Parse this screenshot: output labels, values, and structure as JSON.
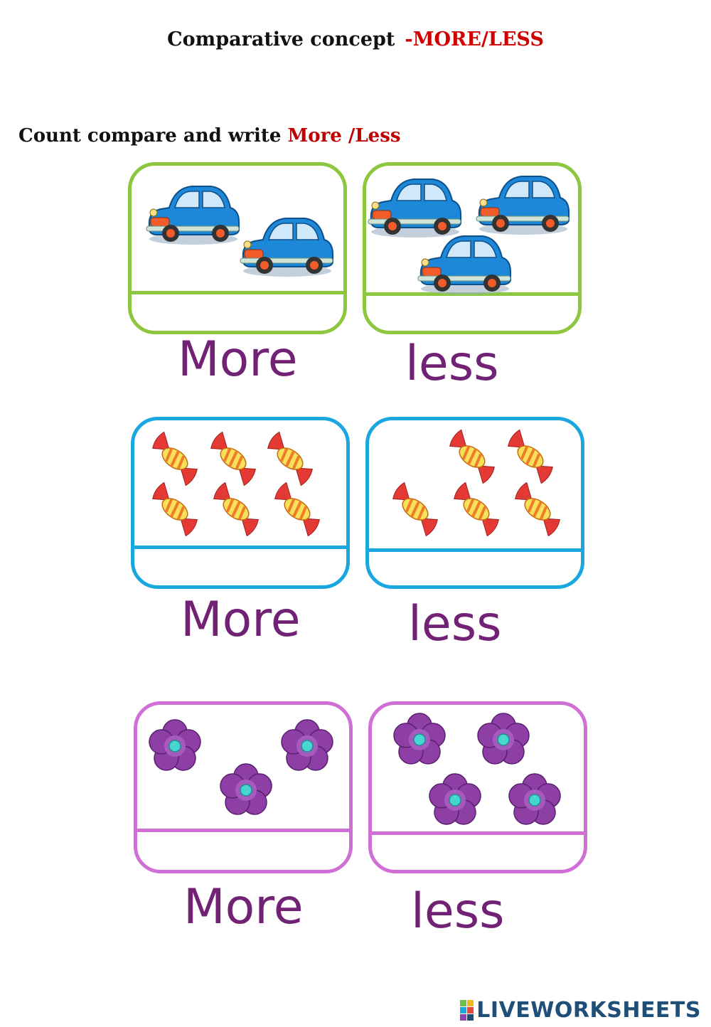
{
  "header": {
    "title": "Comparative concept",
    "title_highlight": "-MORE/LESS"
  },
  "instruction": {
    "text": "Count compare and write",
    "highlight": "More /Less"
  },
  "colors": {
    "green": "#8dc63f",
    "blue": "#1aa7e0",
    "pink": "#d070d6",
    "answer": "#722275",
    "red": "#d00000"
  },
  "rows": [
    {
      "item": "car",
      "left_count": 2,
      "right_count": 3,
      "left_answer": "More",
      "right_answer": "less"
    },
    {
      "item": "candy",
      "left_count": 6,
      "right_count": 5,
      "left_answer": "More",
      "right_answer": "less"
    },
    {
      "item": "flower",
      "left_count": 3,
      "right_count": 4,
      "left_answer": "More",
      "right_answer": "less"
    }
  ],
  "footer": {
    "brand": "LIVEWORKSHEETS",
    "icon": "liveworksheets-logo-icon"
  }
}
